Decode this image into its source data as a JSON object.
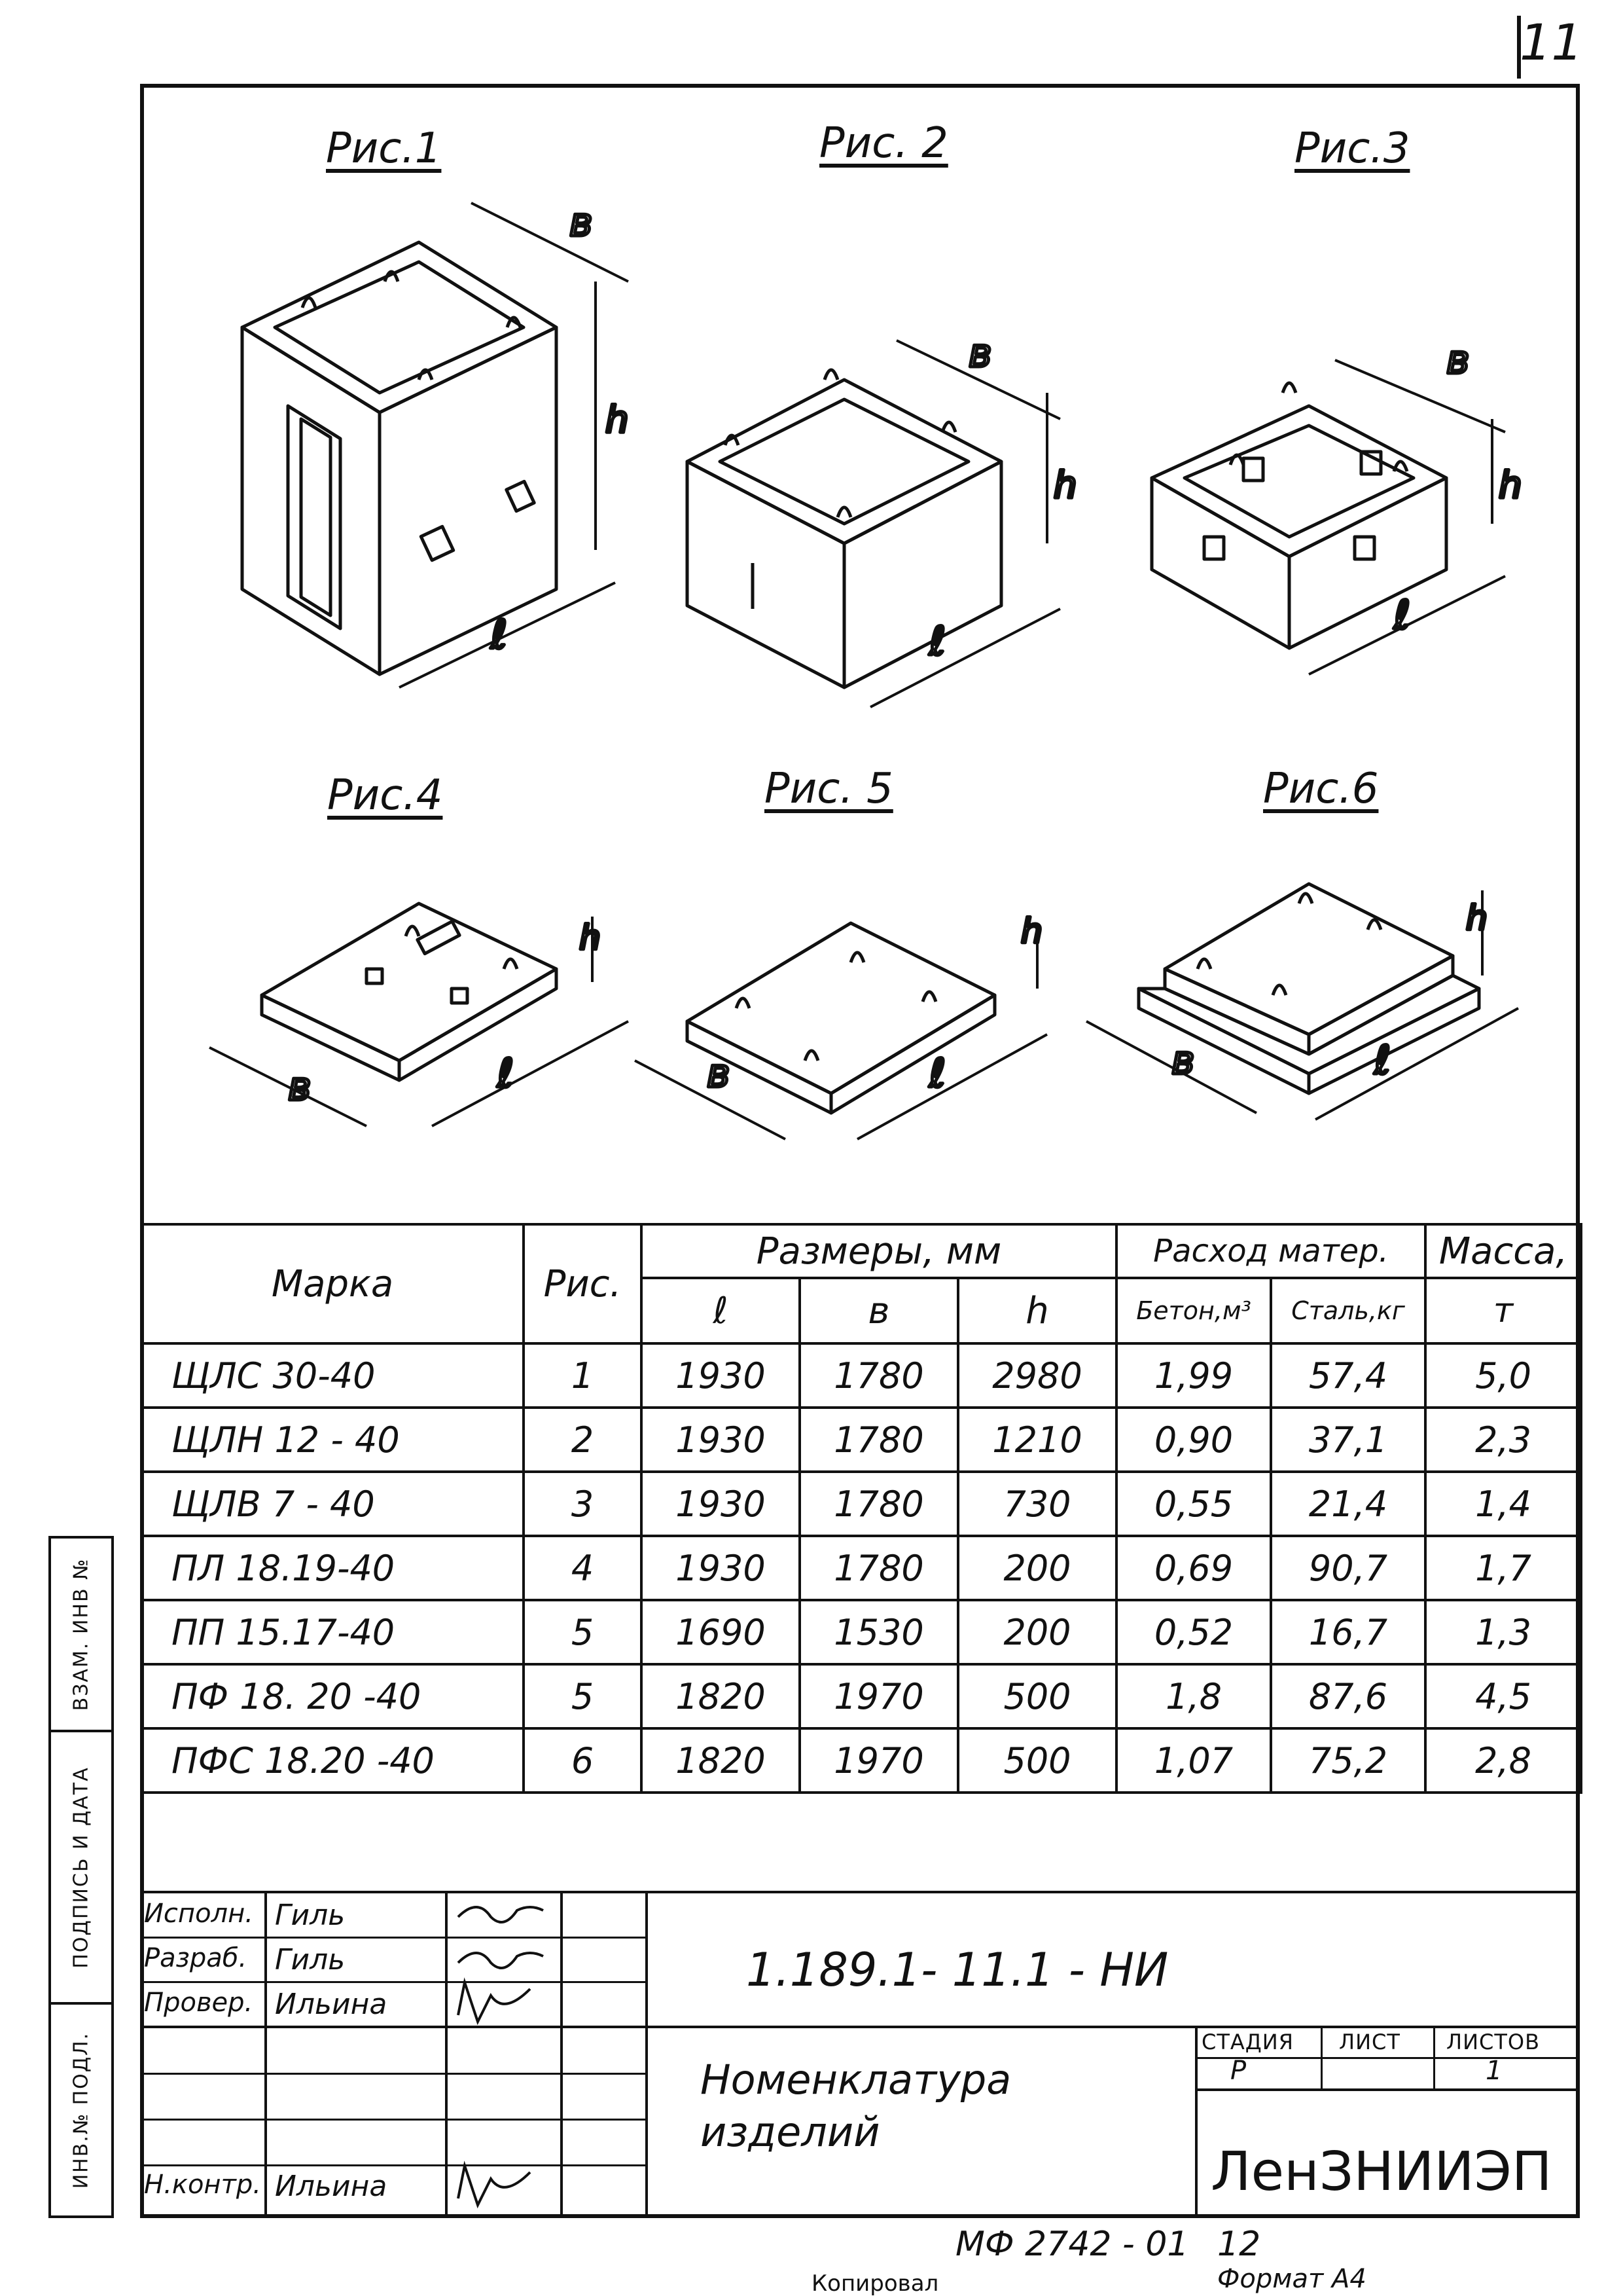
{
  "page_number": "11",
  "figures": [
    {
      "caption": "Рис.1",
      "dims": {
        "b": "в",
        "h": "h",
        "l": "ℓ"
      }
    },
    {
      "caption": "Рис. 2",
      "dims": {
        "b": "в",
        "h": "h",
        "l": "ℓ"
      }
    },
    {
      "caption": "Рис.3",
      "dims": {
        "b": "в",
        "h": "h",
        "l": "ℓ"
      }
    },
    {
      "caption": "Рис.4",
      "dims": {
        "b": "в",
        "h": "h",
        "l": "ℓ"
      }
    },
    {
      "caption": "Рис. 5",
      "dims": {
        "b": "в",
        "h": "h",
        "l": "ℓ"
      }
    },
    {
      "caption": "Рис.6",
      "dims": {
        "b": "в",
        "h": "h",
        "l": "ℓ"
      }
    }
  ],
  "table": {
    "headers": {
      "mark": "Марка",
      "fig": "Рис.",
      "sizes": "Размеры, мм",
      "l": "ℓ",
      "b": "в",
      "h": "h",
      "consumption": "Расход матер.",
      "concrete": "Бетон,м³",
      "steel": "Сталь,кг",
      "mass": "Масса,",
      "mass_unit": "т"
    },
    "rows": [
      {
        "mark": "ЩЛС 30-40",
        "fig": "1",
        "l": "1930",
        "b": "1780",
        "h": "2980",
        "concrete": "1,99",
        "steel": "57,4",
        "mass": "5,0"
      },
      {
        "mark": "ЩЛН 12 - 40",
        "fig": "2",
        "l": "1930",
        "b": "1780",
        "h": "1210",
        "concrete": "0,90",
        "steel": "37,1",
        "mass": "2,3"
      },
      {
        "mark": "ЩЛВ 7 - 40",
        "fig": "3",
        "l": "1930",
        "b": "1780",
        "h": "730",
        "concrete": "0,55",
        "steel": "21,4",
        "mass": "1,4"
      },
      {
        "mark": "ПЛ 18.19-40",
        "fig": "4",
        "l": "1930",
        "b": "1780",
        "h": "200",
        "concrete": "0,69",
        "steel": "90,7",
        "mass": "1,7"
      },
      {
        "mark": "ПП 15.17-40",
        "fig": "5",
        "l": "1690",
        "b": "1530",
        "h": "200",
        "concrete": "0,52",
        "steel": "16,7",
        "mass": "1,3"
      },
      {
        "mark": "ПФ 18. 20 -40",
        "fig": "5",
        "l": "1820",
        "b": "1970",
        "h": "500",
        "concrete": "1,8",
        "steel": "87,6",
        "mass": "4,5"
      },
      {
        "mark": "ПФС 18.20 -40",
        "fig": "6",
        "l": "1820",
        "b": "1970",
        "h": "500",
        "concrete": "1,07",
        "steel": "75,2",
        "mass": "2,8"
      }
    ]
  },
  "side_stamp": {
    "inv_vzam": "ВЗАМ. ИНВ №",
    "sign_date": "ПОДПИСЬ И ДАТА",
    "inv_podl": "ИНВ.№ ПОДЛ."
  },
  "title_block": {
    "roles": [
      {
        "role": "Исполн.",
        "name": "Гиль"
      },
      {
        "role": "Разраб.",
        "name": "Гиль"
      },
      {
        "role": "Провер.",
        "name": "Ильина"
      },
      {
        "role": "",
        "name": ""
      },
      {
        "role": "",
        "name": ""
      },
      {
        "role": "",
        "name": ""
      },
      {
        "role": "Н.контр.",
        "name": "Ильина"
      }
    ],
    "doc_code": "1.189.1- 11.1 - НИ",
    "title_line1": "Номенклатура",
    "title_line2": "изделий",
    "stage_label": "СТАДИЯ",
    "sheet_label": "ЛИСТ",
    "sheets_label": "ЛИСТОВ",
    "stage": "Р",
    "sheet": "",
    "sheets": "1",
    "org": "ЛенЗНИИЭП"
  },
  "footer": {
    "code": "МФ 2742 - 01",
    "num": "12",
    "copied": "Копировал",
    "format": "Формат А4"
  }
}
